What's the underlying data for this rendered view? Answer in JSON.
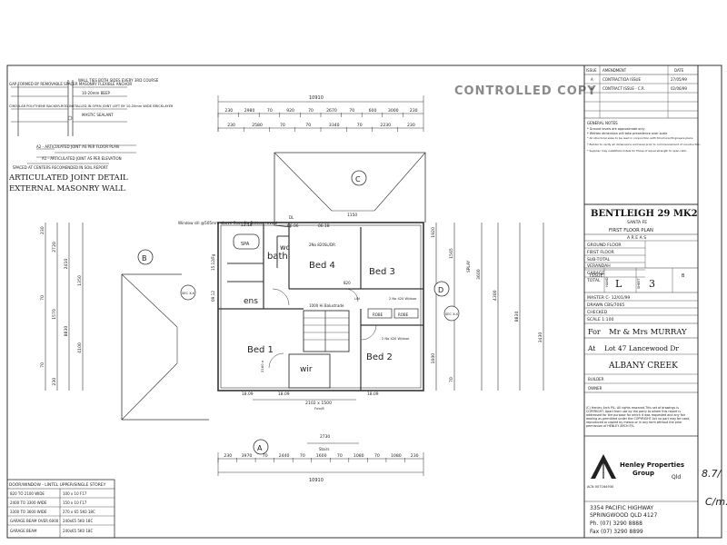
{
  "watermark": "CONTROLLED COPY",
  "detail": {
    "note_gap": "GAP FORMED BY REMOVABLE SPACER MASONRY FLEXIBLE ANCHOR",
    "note_wall_ties": "WALL TIES BOTH SIDES EVERY 3RD COURSE",
    "note_bead": "10-20mm BEEP",
    "note_circular": "CIRCULAR POLYTHENE BACKER-ROD INSTALLED IN OPEN JOINT LEFT BY 10-20mm WIDE BRICKLAYER",
    "note_mastic": "MASTIC SEALANT",
    "label_plan": "A2 - ARTICULATED JOINT AS PER FLOOR PLAN",
    "label_elev": "A1 - ARTICULATED JOINT AS PER ELEVATION",
    "note_spaced": "SPACED AT CENTERS RECOMENDED IN SOIL REPORT",
    "title_line1": "ARTICULATED JOINT DETAIL",
    "title_line2": "EXTERNAL MASONRY WALL"
  },
  "plan": {
    "overall_top": "10910",
    "overall_bottom": "10910",
    "dims_top_row1": [
      "230",
      "2980",
      "70",
      "920",
      "70",
      "2670",
      "70",
      "600",
      "3000",
      "230"
    ],
    "dims_top_row2": [
      "230",
      "2580",
      "70",
      "70",
      "3340",
      "70",
      "2230",
      "230"
    ],
    "dims_bottom_row1": [
      "230",
      "3970",
      "70",
      "2440",
      "70",
      "1600",
      "70",
      "1080",
      "70",
      "1080",
      "230"
    ],
    "dim_stairs": "2730",
    "label_stairs": "Stairs",
    "dims_left_outer": [
      "230",
      "2720",
      "2410",
      "1350",
      "70",
      "1570",
      "8830",
      "4100",
      "70",
      "230"
    ],
    "dims_right_outer": [
      "1920",
      "1565",
      "3600",
      "4300",
      "8830",
      "3430",
      "1600",
      "70"
    ],
    "dim_1150": "1150",
    "dim_splay": "SPLAY",
    "dim_1570": "1570",
    "room_bed1": "Bed 1",
    "room_bed2": "Bed 2",
    "room_bed3": "Bed 3",
    "room_bed4": "Bed 4",
    "room_bath": "bath",
    "room_ens": "ens",
    "room_wc": "wc",
    "room_wir": "wir",
    "label_robe1": "ROBE",
    "label_robe2": "ROBE",
    "label_linen": "LIN",
    "label_spa": "SPA",
    "window_note": "Window sill @505mm above floor. No Bottom reveal",
    "w_1518": "15.18",
    "w_0606": "06.06",
    "w_0618": "06.18",
    "w_1512": "15.12/Fg",
    "w_0912": "09.12",
    "w_2102": "2102 x 1500",
    "w_2102_sub": "Fdn/6",
    "w_2100": "2100",
    "label_balustrade": "1000 Hi Balustrade",
    "label_ph": "2No 820SL/DR",
    "label_820": "820",
    "label_2no420a": "2 No 420 W/door",
    "label_2no420b": "2 No 420 W/door",
    "label_1809a": "18.09",
    "label_1809b": "18.09",
    "label_1809c": "18.09",
    "label_2160": "2160 x",
    "label_dl": "DL",
    "section_left": "SEC X-X",
    "section_right": "SEC X-X",
    "marker_a": "A",
    "marker_b": "B",
    "marker_c": "C",
    "marker_d": "D"
  },
  "title_block": {
    "col_issue": "ISSUE",
    "col_amendment": "AMENDMENT",
    "col_date": "DATE",
    "rows": [
      {
        "issue": "A",
        "amendment": "CONTRACT/DA ISSUE",
        "date": "27/05/99"
      },
      {
        "issue": "B",
        "amendment": "CONTRACT ISSUE - C.R.",
        "date": "02/06/99"
      }
    ],
    "general_notes_title": "GENERAL NOTES",
    "general_notes": [
      "* Ground levels are approximate only",
      "* Written dimension will take precedence over scale",
      "* All structural sizes to be read in conjunction with Structural Engineers plans",
      "* Builder to verify all dimensions and level prior to commencement of construction",
      "* Supplier may substitute lintels for those of equal strength to span ratio"
    ],
    "project_name": "BENTLEIGH 29 MK2",
    "facade": "SANTA FE",
    "drawing_title": "FIRST FLOOR PLAN",
    "areas_title": "A R E A S",
    "areas": [
      "GROUND FLOOR",
      "FIRST FLOOR",
      "SUB-TOTAL",
      "VERANDAH",
      "GARAGE",
      "TOTAL"
    ],
    "issue_label": "ISSUE",
    "hand_label": "HAND",
    "issue_value": "L",
    "sheet_label": "SHEET",
    "sheet_value": "3",
    "issue_b": "B",
    "master": "MASTER C- 12/01/99",
    "drawn": "DRAWN  CBS/7065",
    "checked": "CHECKED",
    "scale": "SCALE   1:100",
    "for_label": "For",
    "client": "Mr & Mrs MURRAY",
    "lot_prefix": "At",
    "lot": "Lot 47 Lancewood Dr",
    "suburb": "ALBANY CREEK",
    "builder_label": "BUILDER",
    "owner_label": "OWNER",
    "copyright": "(C) Henley Arch P/L. All rights reserved.This set of drawings is COPYRIGHT. Apart from use by the party to whom this report is addressed for the purpose for which it was requested and any fair dealing as permitted under the COPYRIGHT Act no part may be used, reproduced or copied by means or in any form without the prior permission of HENLEY ARCH P/L.",
    "company_line1": "Henley Properties",
    "company_line2": "Group",
    "company_state": "Qld",
    "acn": "ACN 007164930",
    "address1": "3354 PACIFIC HIGHWAY",
    "address2": "SPRINGWOOD QLD 4127",
    "phone": "Ph. (07) 3290 8888",
    "fax": "Fax (07) 3290 8899"
  },
  "lintel_table": {
    "header": "DOOR/WINDOW - LINTEL UPPER/SINGLE STOREY",
    "rows": [
      [
        "820 TO 2100 WIDE",
        "100 x 10 F17"
      ],
      [
        "2400 TO 3300 WIDE",
        "150 x 10 F17"
      ],
      [
        "3300 TO 3600 WIDE",
        "270 x 65 5K0 18C"
      ],
      [
        "GARAGE BEAM OVER 6000",
        "240x65 5K0 18C"
      ],
      [
        "GARAGE BEAM",
        "240x65 5K0 18C"
      ]
    ]
  },
  "signatures": {
    "sig1": "8.7/",
    "sig2": "C/m."
  }
}
